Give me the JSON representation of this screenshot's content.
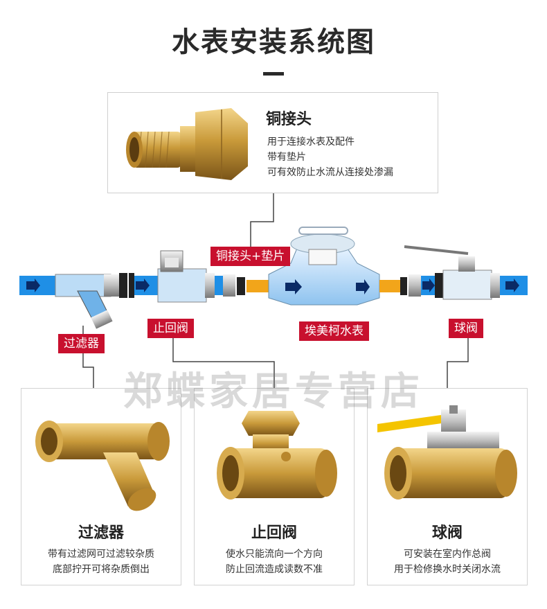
{
  "title": "水表安装系统图",
  "top_box": {
    "name": "铜接头",
    "lines": [
      "用于连接水表及配件",
      "带有垫片",
      "可有效防止水流从连接处渗漏"
    ]
  },
  "labels": {
    "copper_gasket": "铜接头+垫片",
    "check_valve": "止回阀",
    "meter": "埃美柯水表",
    "ball_valve": "球阀",
    "filter": "过滤器"
  },
  "watermark": "郑蝶家居专营店",
  "cards": [
    {
      "name": "过滤器",
      "lines": [
        "带有过滤网可过滤较杂质",
        "底部拧开可将杂质倒出"
      ]
    },
    {
      "name": "止回阀",
      "lines": [
        "使水只能流向一个方向",
        "防止回流造成读数不准"
      ]
    },
    {
      "name": "球阀",
      "lines": [
        "可安装在室内作总阀",
        "用于检修换水时关闭水流"
      ]
    }
  ],
  "colors": {
    "pipe": "#1f8fe6",
    "tag": "#c8102e",
    "brass": "#c99a3a",
    "gasket": "#f2a51a"
  }
}
